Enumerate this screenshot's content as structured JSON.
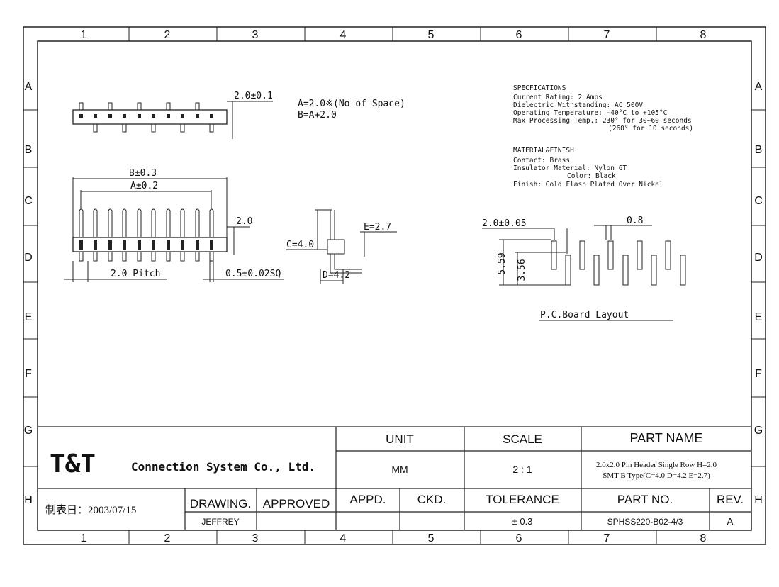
{
  "border": {
    "columns": [
      "1",
      "2",
      "3",
      "4",
      "5",
      "6",
      "7",
      "8"
    ],
    "rows": [
      "A",
      "B",
      "C",
      "D",
      "E",
      "F",
      "G",
      "H"
    ]
  },
  "formula": {
    "a": "A=2.0※(No of Space)",
    "b": "B=A+2.0"
  },
  "dimensions": {
    "top_height": "2.0±0.1",
    "b_width": "B±0.3",
    "a_width": "A±0.2",
    "pin_height": "2.0",
    "pitch": "2.0 Pitch",
    "pin_sq": "0.5±0.02SQ",
    "c": "C=4.0",
    "d": "D=4.2",
    "e": "E=2.7",
    "pcb_pitch": "2.0±0.05",
    "pcb_width": "0.8",
    "pcb_h1": "5.59",
    "pcb_h2": "3.56",
    "pcb_title": "P.C.Board Layout"
  },
  "specifications": {
    "title": "SPECFICATIONS",
    "lines": [
      "Current Rating: 2 Amps",
      "Dielectric Withstanding: AC 500V",
      "Operating Temperature: -40°C to +105°C",
      "Max Processing Temp.: 230° for 30~60 seconds",
      "(260° for 10 seconds)"
    ]
  },
  "material": {
    "title": "MATERIAL&FINISH",
    "lines": [
      "Contact: Brass",
      "Insulator Material: Nylon 6T",
      "Color: Black",
      "Finish: Gold Flash Plated Over Nickel"
    ]
  },
  "title_block": {
    "logo": "T&T",
    "company": "Connection System Co., Ltd.",
    "unit_label": "UNIT",
    "unit_value": "MM",
    "scale_label": "SCALE",
    "scale_value": "2 : 1",
    "part_name_label": "PART  NAME",
    "part_name_line1": "2.0x2.0 Pin Header Single Row H=2.0",
    "part_name_line2": "SMT B Type(C=4.0 D=4.2 E=2.7)",
    "date": "制表日：2003/07/15",
    "drawing_label": "DRAWING.",
    "drawing_value": "JEFFREY",
    "approved_label": "APPROVED",
    "appd_label": "APPD.",
    "ckd_label": "CKD.",
    "tolerance_label": "TOLERANCE",
    "tolerance_value": "± 0.3",
    "part_no_label": "PART NO.",
    "part_no_value": "SPHSS220-B02-4/3",
    "rev_label": "REV.",
    "rev_value": "A"
  }
}
